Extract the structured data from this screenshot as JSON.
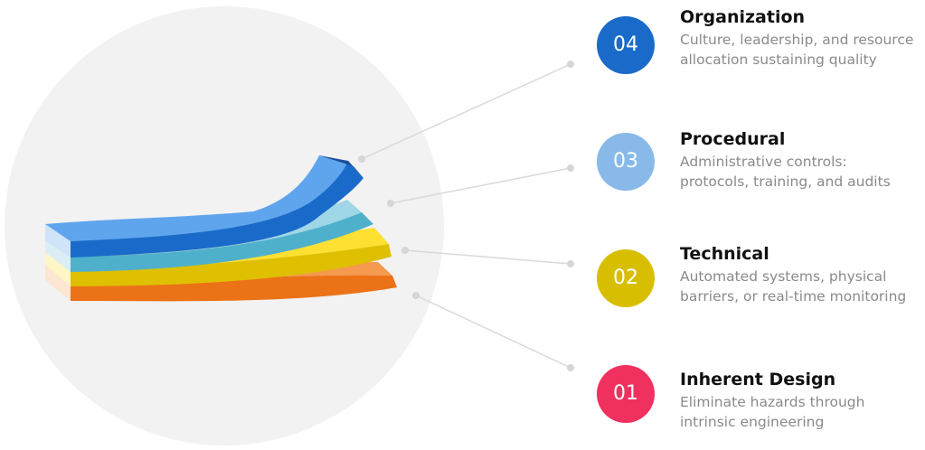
{
  "layers": [
    {
      "number": "04",
      "title": "Organization",
      "description": "Culture, leadership, and resource allocation sustaining quality",
      "color": "#1a6bc9"
    },
    {
      "number": "03",
      "title": "Procedural",
      "description": "Administrative controls: protocols, training, and audits",
      "color": "#88b9e8"
    },
    {
      "number": "02",
      "title": "Technical",
      "description": "Automated systems, physical barriers, or real-time monitoring",
      "color": "#d8be00"
    },
    {
      "number": "01",
      "title": "Inherent Design",
      "description": "Eliminate hazards through intrinsic engineering",
      "color": "#f0305f"
    }
  ],
  "colors": {
    "circle_background": "#f2f2f2",
    "connector_line": "#d9d9d9",
    "layer_blue": "#5fa5ee",
    "layer_teal": "#4fb0cc",
    "layer_yellow": "#fde031",
    "layer_orange": "#ec7217"
  }
}
